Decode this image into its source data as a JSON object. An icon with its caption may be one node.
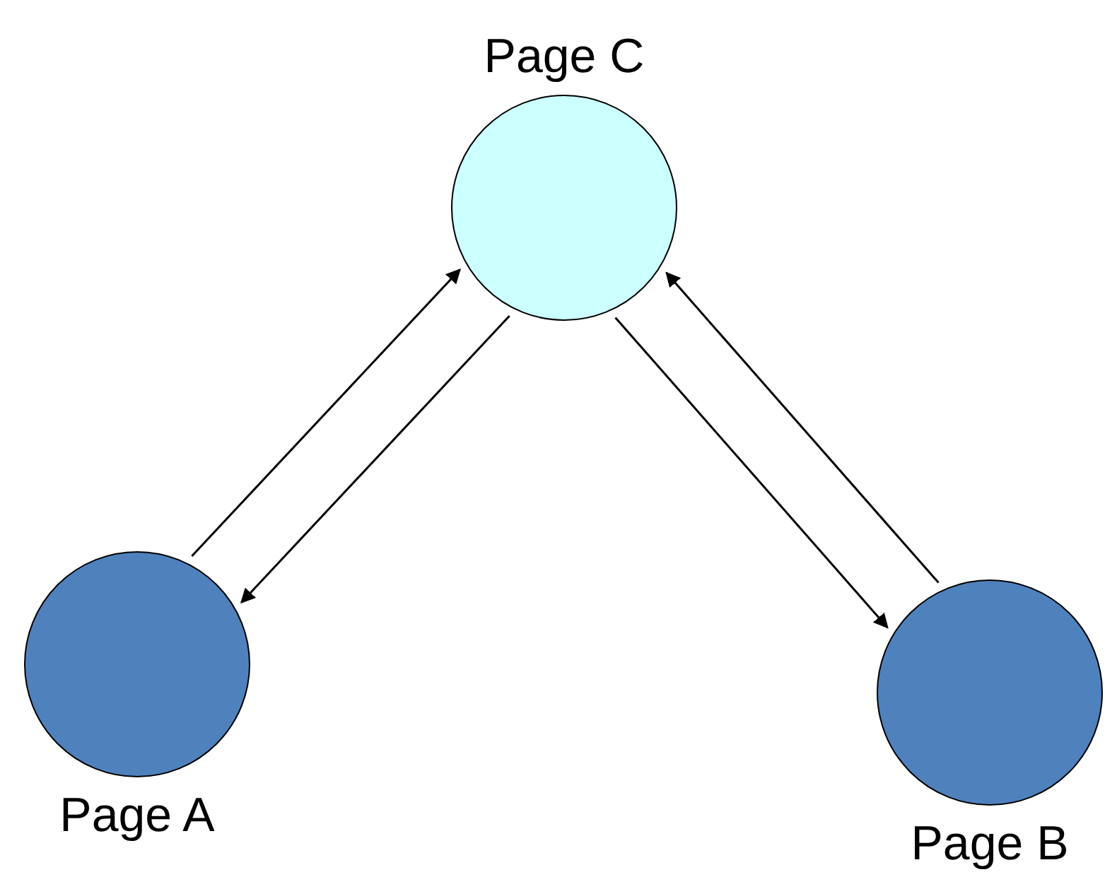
{
  "diagram": {
    "nodes": [
      {
        "text": [
          "Page C"
        ]
      },
      {
        "text": [
          "Page A"
        ]
      },
      {
        "text": [
          "Page B"
        ]
      }
    ],
    "edges": [
      {
        "from": 0,
        "to": 1,
        "arrow": "to"
      },
      {
        "from": 1,
        "to": 0,
        "arrow": "to"
      },
      {
        "from": 2,
        "to": 0,
        "arrow": "to"
      },
      {
        "from": 0,
        "to": 2,
        "arrow": "to"
      }
    ]
  }
}
